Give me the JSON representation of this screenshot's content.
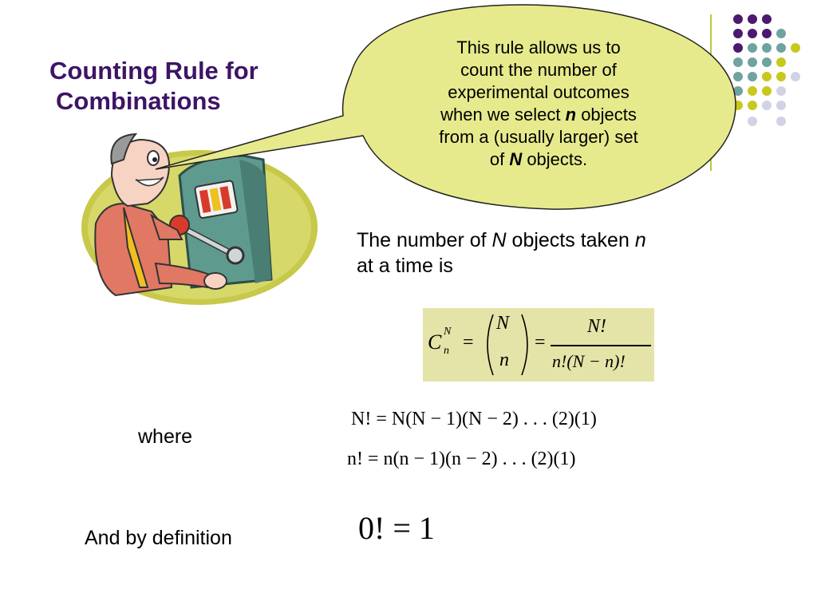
{
  "title": {
    "line1": "Counting Rule for",
    "line2": "Combinations"
  },
  "bubble": {
    "line1": "This rule allows us to",
    "line2": "count the number of",
    "line3": "experimental outcomes",
    "line4_a": "when we select ",
    "line4_var": "n",
    "line4_b": " objects",
    "line5": "from a (usually larger) set",
    "line6_a": "of ",
    "line6_var": "N",
    "line6_b": " objects."
  },
  "intro": {
    "text_a": "The number of ",
    "var_N": "N",
    "text_b": " objects taken ",
    "var_n": "n",
    "text_c": "at a time is"
  },
  "formula": {
    "C": "C",
    "sup": "N",
    "sub": "n",
    "eq": "=",
    "binom_top": "N",
    "binom_bottom": "n",
    "frac_num": "N!",
    "frac_den": "n!(N − n)!"
  },
  "where_label": "where",
  "factorial_N": "N! = N(N − 1)(N − 2) . . . (2)(1)",
  "factorial_n": "n! = n(n − 1)(n − 2) . . . (2)(1)",
  "definition_label": "And by definition",
  "zero_factorial": "0! = 1",
  "colors": {
    "title": "#3d1466",
    "purple_dot": "#4b1a6e",
    "teal_dot": "#6fa3a0",
    "yellow_dot": "#c8c81e",
    "lavender_dot": "#d2d2e6",
    "bubble_fill": "#e6ea8c",
    "formula_bg": "#e4e4a8"
  }
}
